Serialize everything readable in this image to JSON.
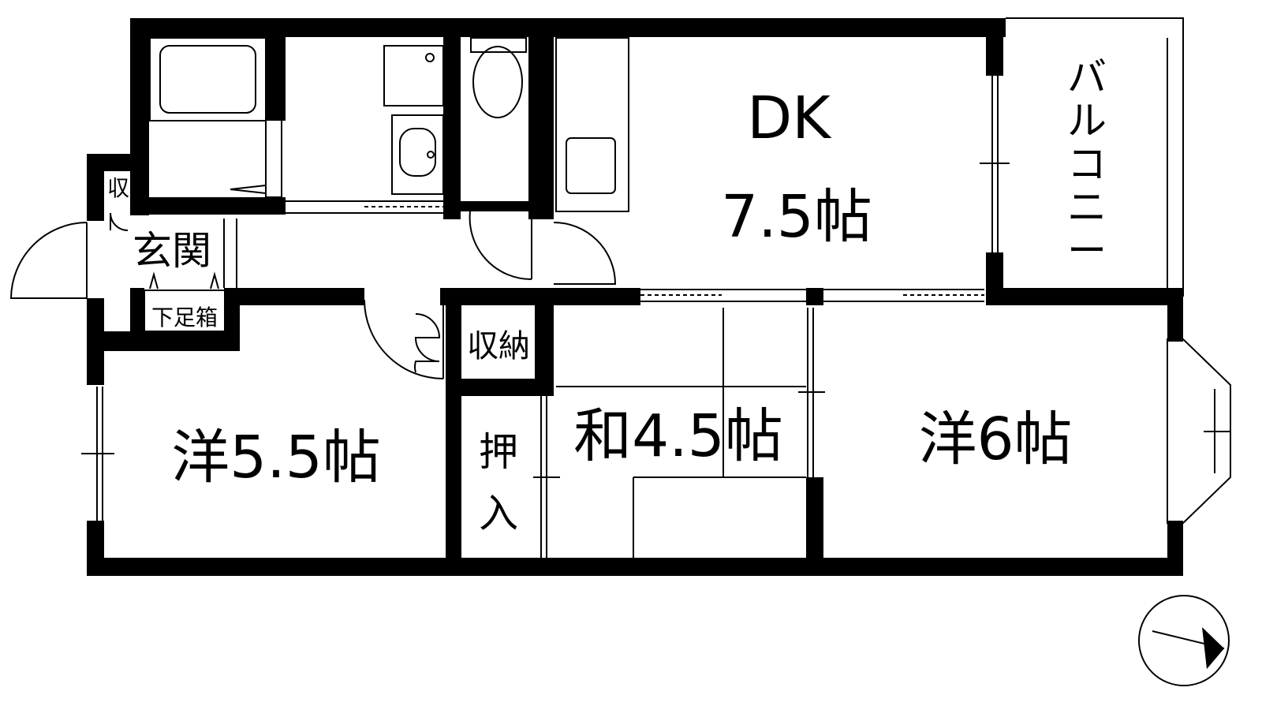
{
  "rooms": {
    "dk_name": "DK",
    "dk_size": "7.5帖",
    "balcony": [
      "バ",
      "ル",
      "コ",
      "ニ",
      "ー"
    ],
    "western_left": "洋5.5帖",
    "japanese": "和4.5帖",
    "western_right": "洋6帖",
    "storage": "収納",
    "closet": [
      "押",
      "入"
    ],
    "entrance": "玄関",
    "shoe_box": "下足箱",
    "small_storage": "収"
  },
  "colors": {
    "wall": "#000000",
    "background": "#ffffff",
    "line": "#000000"
  }
}
